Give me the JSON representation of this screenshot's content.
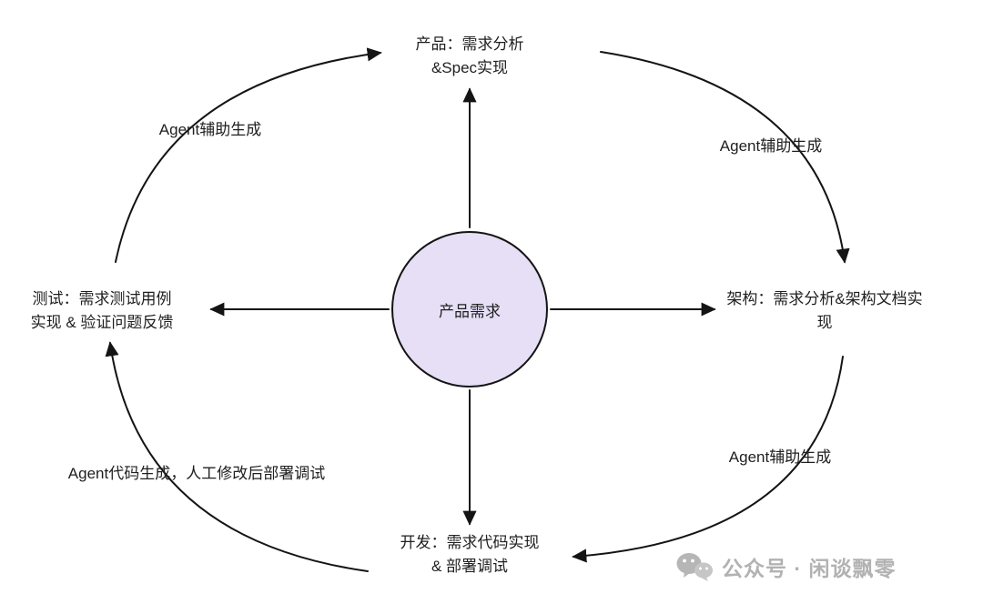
{
  "diagram": {
    "center": {
      "label": "产品需求"
    },
    "nodes": {
      "top": {
        "label": "产品：需求分析\n&Spec实现"
      },
      "right": {
        "label": "架构：需求分析&架构文档实\n现"
      },
      "bottom": {
        "label": "开发：需求代码实现\n& 部署调试"
      },
      "left": {
        "label": "测试：需求测试用例\n实现 & 验证问题反馈"
      }
    },
    "edge_labels": {
      "top_left": "Agent辅助生成",
      "top_right": "Agent辅助生成",
      "bottom_right": "Agent辅助生成",
      "bottom_left": "Agent代码生成，人工修改后部署调试"
    },
    "colors": {
      "center_fill": "#E6DFF6",
      "stroke": "#141414",
      "text": "#1f1f1f"
    }
  },
  "watermark": {
    "icon": "wechat-icon",
    "text": "公众号 · 闲谈飘零",
    "color": "#b2b2b2"
  }
}
